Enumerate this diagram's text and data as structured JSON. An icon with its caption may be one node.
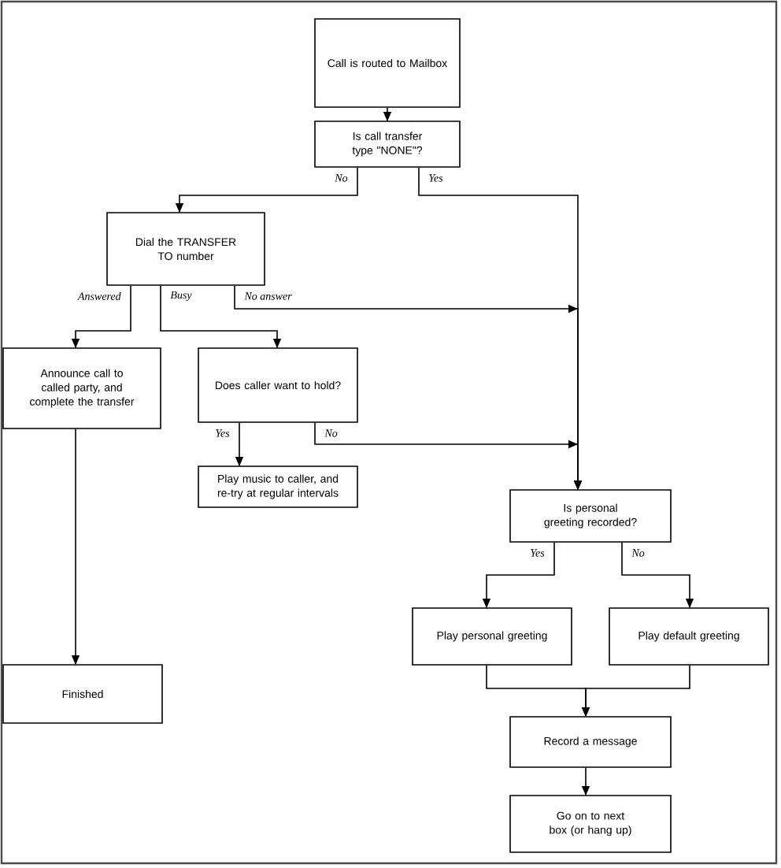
{
  "diagram": {
    "nodes": [
      {
        "text": [
          "Call is routed to Mailbox"
        ]
      },
      {
        "text": [
          "Is call transfer type \"NONE\"?"
        ]
      },
      {
        "text": [
          "Dial the TRANSFER TO number"
        ]
      },
      {
        "text": [
          "Announce call to called party, and complete the transfer"
        ]
      },
      {
        "text": [
          "Does caller want to hold?"
        ]
      },
      {
        "text": [
          "Play music to caller, and re-try at regular intervals"
        ]
      },
      {
        "text": [
          "Is personal greeting recorded?"
        ]
      },
      {
        "text": [
          "Play personal greeting"
        ]
      },
      {
        "text": [
          "Play default greeting"
        ]
      },
      {
        "text": [
          "Finished"
        ]
      },
      {
        "text": [
          "Record a message"
        ]
      },
      {
        "text": [
          "Go on to next box (or hang up)"
        ]
      }
    ],
    "edges": [
      {
        "from": 0,
        "to": 1,
        "arrow": "to"
      },
      {
        "from": 1,
        "to": 2,
        "arrow": "to",
        "label": "No"
      },
      {
        "from": 1,
        "to": 6,
        "arrow": "to",
        "label": "Yes"
      },
      {
        "from": 2,
        "to": 3,
        "arrow": "to",
        "label": "Answered"
      },
      {
        "from": 2,
        "to": 4,
        "arrow": "to",
        "label": "Busy"
      },
      {
        "from": 2,
        "to": 6,
        "arrow": "to",
        "label": "No answer"
      },
      {
        "from": 4,
        "to": 5,
        "arrow": "to",
        "label": "Yes"
      },
      {
        "from": 4,
        "to": 6,
        "arrow": "to",
        "label": "No"
      },
      {
        "from": 6,
        "to": 7,
        "arrow": "to",
        "label": "Yes"
      },
      {
        "from": 6,
        "to": 8,
        "arrow": "to",
        "label": "No"
      },
      {
        "from": 3,
        "to": 9,
        "arrow": "to"
      },
      {
        "from": 7,
        "to": 10,
        "arrow": "to"
      },
      {
        "from": 8,
        "to": 10,
        "arrow": "to"
      },
      {
        "from": 10,
        "to": 11,
        "arrow": "to"
      }
    ]
  }
}
